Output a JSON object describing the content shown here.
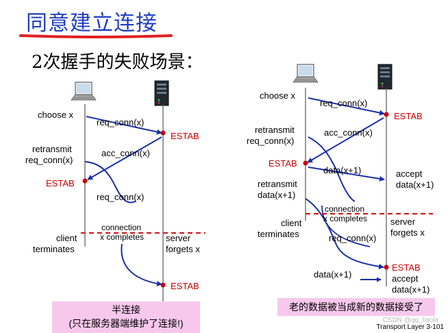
{
  "title": "同意建立连接",
  "subtitle": "2次握手的失败场景：",
  "left": {
    "choose": "choose x",
    "req1": "req_conn(x)",
    "estab_server_top": "ESTAB",
    "retransmit_l1": "retransmit",
    "retransmit_l2": "req_conn(x)",
    "acc": "acc_conn(x)",
    "estab_client": "ESTAB",
    "req2": "req_conn(x)",
    "connection_l1": "connection",
    "connection_l2": "x completes",
    "client_l1": "client",
    "client_l2": "terminates",
    "server_l1": "server",
    "server_l2": "forgets x",
    "estab_server_bottom": "ESTAB",
    "caption_l1": "半连接",
    "caption_l2": "(只在服务器端维护了连接!)"
  },
  "right": {
    "choose": "choose x",
    "req1": "req_conn(x)",
    "estab_server_top": "ESTAB",
    "retransmit_l1": "retransmit",
    "retransmit_l2": "req_conn(x)",
    "acc": "acc_conn(x)",
    "estab_client": "ESTAB",
    "data1": "data(x+1)",
    "accept1_l1": "accept",
    "accept1_l2": "data(x+1)",
    "retrans_data_l1": "retransmit",
    "retrans_data_l2": "data(x+1)",
    "connection_l1": "connection",
    "connection_l2": "x completes",
    "client_l1": "client",
    "client_l2": "terminates",
    "server_l1": "server",
    "server_l2": "forgets x",
    "req2": "req_conn(x)",
    "estab_server_bottom": "ESTAB",
    "data2": "data(x+1)",
    "accept2_l1": "accept",
    "accept2_l2": "data(x+1)",
    "caption": "老的数据被当成新的数据接受了"
  },
  "footer": "Transport Layer  3-101",
  "watermark": "CSDN @qq_liaola",
  "colors": {
    "title": "#1f3fbf",
    "underline": "#e02020",
    "estab": "#cc0000",
    "arrow": "#1a2fa8",
    "caption_bg": "#f7c8ec"
  },
  "icons": [
    "laptop-icon",
    "server-tower-icon"
  ]
}
